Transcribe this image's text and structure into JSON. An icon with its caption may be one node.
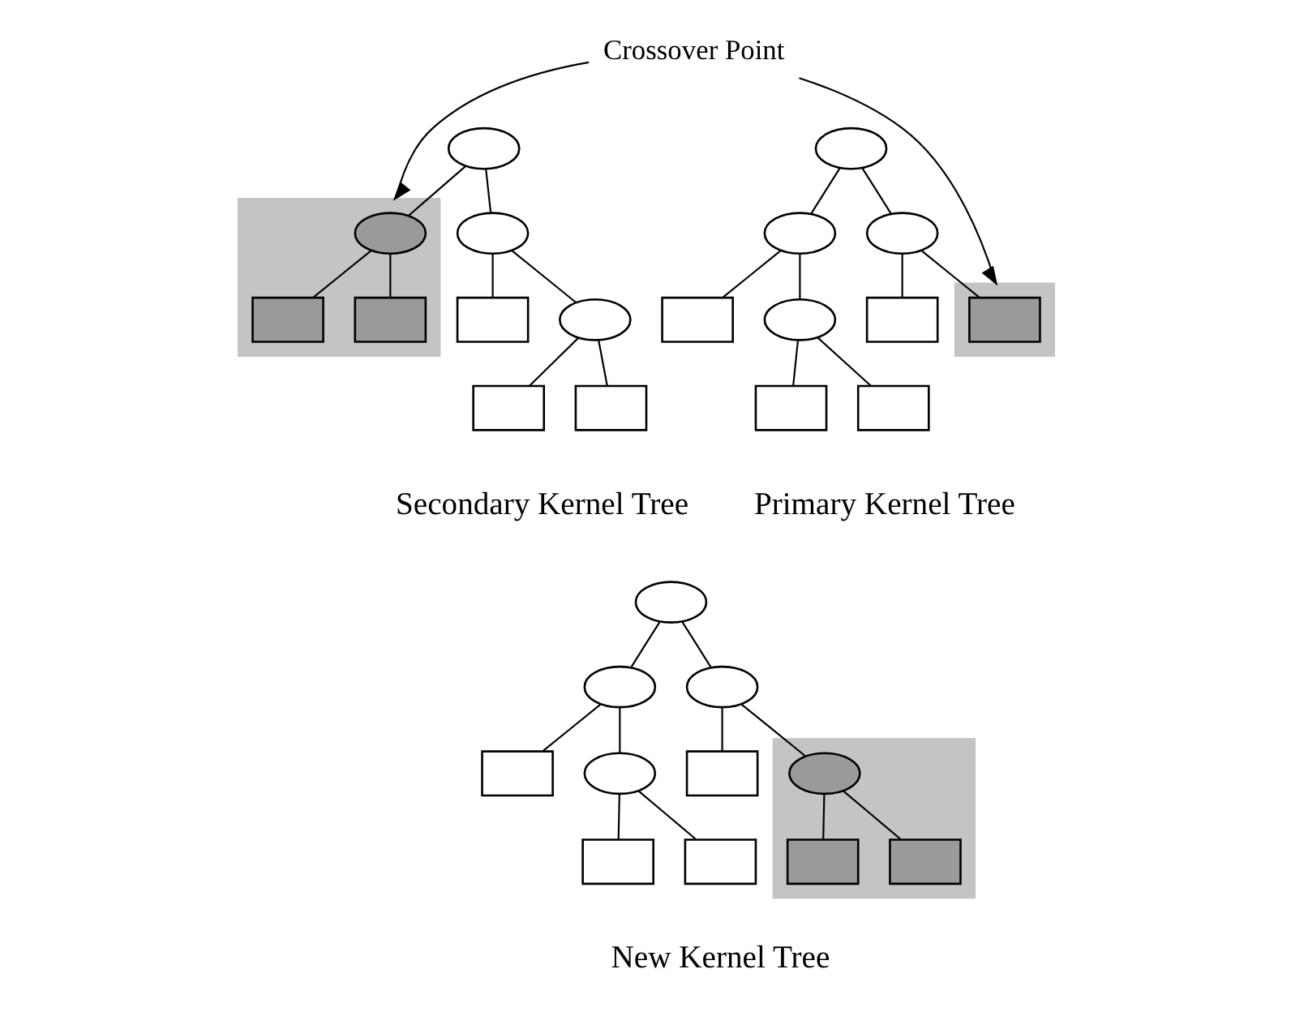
{
  "diagram": {
    "nodes": [
      {
        "text": [
          "Crossover Point"
        ]
      },
      {
        "text": [],
        "shape": "ellipse"
      },
      {
        "text": [],
        "shape": "ellipse"
      },
      {
        "text": [],
        "shape": "ellipse"
      },
      {
        "text": [],
        "shape": "box"
      },
      {
        "text": [],
        "shape": "ellipse"
      },
      {
        "text": [],
        "shape": "box"
      },
      {
        "text": [],
        "shape": "box"
      },
      {
        "text": [],
        "shape": "box",
        "in": 7
      },
      {
        "text": [],
        "shape": "box"
      },
      {
        "text": [],
        "shape": "box"
      },
      {
        "text": [],
        "shape": "ellipse"
      },
      {
        "text": [],
        "shape": "box"
      },
      {
        "text": [],
        "shape": "ellipse",
        "in": 12
      },
      {
        "text": [],
        "shape": "ellipse"
      },
      {
        "text": [],
        "shape": "box",
        "in": 12
      },
      {
        "text": [],
        "shape": "box",
        "in": 12
      },
      {
        "text": [],
        "shape": "box"
      },
      {
        "text": [],
        "shape": "ellipse"
      },
      {
        "text": [],
        "shape": "box"
      },
      {
        "text": [],
        "shape": "box"
      },
      {
        "text": [],
        "shape": "ellipse"
      },
      {
        "text": [],
        "shape": "ellipse"
      },
      {
        "text": [],
        "shape": "ellipse"
      },
      {
        "text": [],
        "shape": "box"
      },
      {
        "text": [],
        "shape": "ellipse"
      },
      {
        "text": [],
        "shape": "box"
      },
      {
        "text": [],
        "shape": "box"
      },
      {
        "text": [],
        "shape": "ellipse",
        "in": 27
      },
      {
        "text": [],
        "shape": "box"
      },
      {
        "text": [],
        "shape": "box"
      },
      {
        "text": [],
        "shape": "box",
        "in": 27
      },
      {
        "text": [],
        "shape": "box",
        "in": 27
      }
    ],
    "edges": [
      {
        "from": 0,
        "to": 7,
        "arrow": "to"
      },
      {
        "from": 0,
        "to": 12,
        "arrow": "to"
      },
      {
        "from": 1,
        "to": 2,
        "arrow": "none"
      },
      {
        "from": 1,
        "to": 3,
        "arrow": "none"
      },
      {
        "from": 2,
        "to": 4,
        "arrow": "none"
      },
      {
        "from": 2,
        "to": 5,
        "arrow": "none"
      },
      {
        "from": 3,
        "to": 6,
        "arrow": "none"
      },
      {
        "from": 3,
        "to": 8,
        "arrow": "none"
      },
      {
        "from": 5,
        "to": 9,
        "arrow": "none"
      },
      {
        "from": 5,
        "to": 10,
        "arrow": "none"
      },
      {
        "from": 11,
        "to": 13,
        "arrow": "none"
      },
      {
        "from": 11,
        "to": 14,
        "arrow": "none"
      },
      {
        "from": 13,
        "to": 15,
        "arrow": "none"
      },
      {
        "from": 13,
        "to": 16,
        "arrow": "none"
      },
      {
        "from": 14,
        "to": 17,
        "arrow": "none"
      },
      {
        "from": 14,
        "to": 18,
        "arrow": "none"
      },
      {
        "from": 18,
        "to": 19,
        "arrow": "none"
      },
      {
        "from": 18,
        "to": 20,
        "arrow": "none"
      },
      {
        "from": 21,
        "to": 22,
        "arrow": "none"
      },
      {
        "from": 21,
        "to": 23,
        "arrow": "none"
      },
      {
        "from": 22,
        "to": 24,
        "arrow": "none"
      },
      {
        "from": 22,
        "to": 25,
        "arrow": "none"
      },
      {
        "from": 23,
        "to": 26,
        "arrow": "none"
      },
      {
        "from": 23,
        "to": 28,
        "arrow": "none"
      },
      {
        "from": 25,
        "to": 29,
        "arrow": "none"
      },
      {
        "from": 25,
        "to": 30,
        "arrow": "none"
      },
      {
        "from": 28,
        "to": 31,
        "arrow": "none"
      },
      {
        "from": 28,
        "to": 32,
        "arrow": "none"
      }
    ],
    "labels": [
      "Primary Kernel Tree",
      "Secondary Kernel Tree",
      "New Kernel Tree"
    ]
  }
}
